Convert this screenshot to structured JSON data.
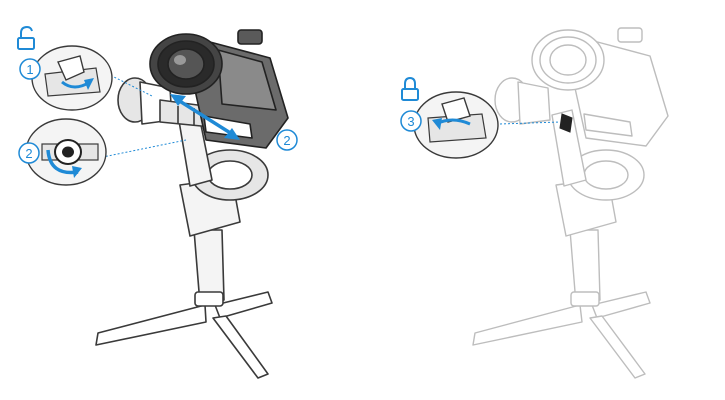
{
  "steps": [
    {
      "label": "1"
    },
    {
      "label": "2"
    },
    {
      "label": "3"
    }
  ],
  "step_two_repeat": {
    "label": "2"
  },
  "colors": {
    "accent": "#1f8ad6",
    "line": "#3a3a3a",
    "muted": "#cfcfcf",
    "fill_light": "#f4f4f4",
    "fill_mid": "#e6e6e6",
    "dark": "#222222"
  },
  "icons": {
    "unlock": "unlocked-padlock-icon",
    "lock": "locked-padlock-icon"
  }
}
